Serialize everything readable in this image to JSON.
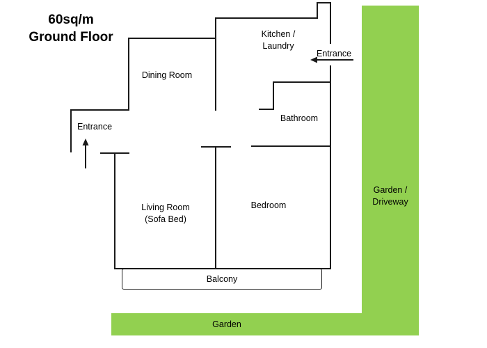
{
  "title": {
    "area": "60sq/m",
    "floor": "Ground Floor"
  },
  "rooms": {
    "dining": "Dining Room",
    "kitchen": [
      "Kitchen /",
      "Laundry"
    ],
    "bathroom": "Bathroom",
    "living": [
      "Living Room",
      "(Sofa Bed)"
    ],
    "bedroom": "Bedroom",
    "balcony": "Balcony"
  },
  "entrances": {
    "left": "Entrance",
    "right": "Entrance"
  },
  "outdoor": {
    "garden_driveway": [
      "Garden /",
      "Driveway"
    ],
    "garden": "Garden"
  },
  "colors": {
    "garden": "#92d050",
    "wall": "#1a1a1a",
    "background": "#ffffff"
  }
}
